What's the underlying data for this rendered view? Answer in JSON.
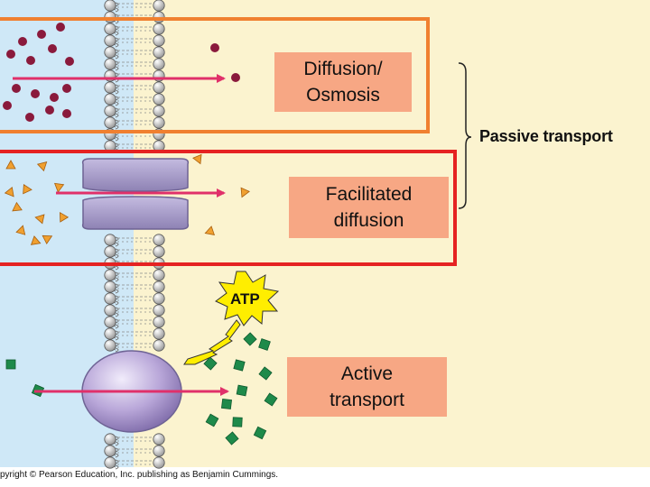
{
  "labels": {
    "diffusion": [
      "Diffusion/",
      "Osmosis"
    ],
    "facilitated": [
      "Facilitated",
      "diffusion"
    ],
    "active": [
      "Active",
      "transport"
    ],
    "passive": "Passive transport",
    "atp": "ATP",
    "copyright": "pyright © Pearson Education, Inc. publishing as Benjamin Cummings."
  },
  "colors": {
    "extracellular": "#cfe8f7",
    "cytoplasm": "#fbf3cf",
    "diffusion_frame": "#f08030",
    "facilitated_frame": "#e52222",
    "label_fill": "#f7a784",
    "arrow": "#e0306a",
    "solute_circle": "#8a1a3c",
    "solute_triangle": "#f0a030",
    "solute_square": "#1e8a4a",
    "channel_protein": "#a89cc8",
    "pump_protein": "#b9a7d9",
    "atp_burst": "#ffee00",
    "lipid_head": "#c8c8c8"
  },
  "icons": {
    "solute_circle": "circle-molecule-icon",
    "solute_triangle": "triangle-molecule-icon",
    "solute_square": "square-molecule-icon",
    "energy": "lightning-bolt-icon",
    "atp": "atp-burst-icon"
  }
}
